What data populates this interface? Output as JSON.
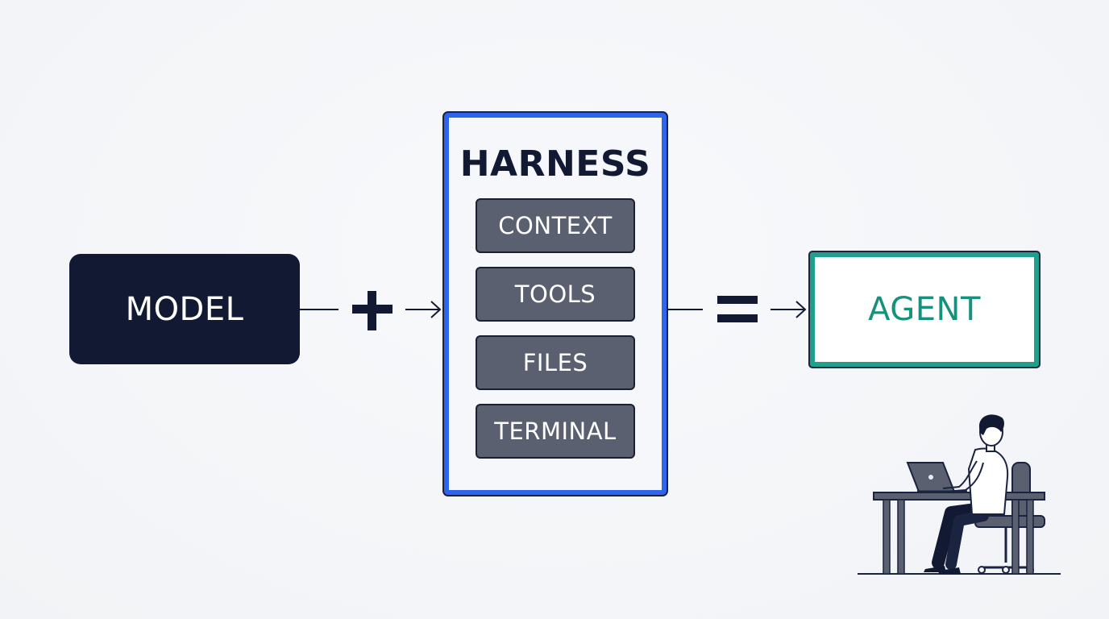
{
  "diagram": {
    "model_label": "MODEL",
    "harness": {
      "title": "HARNESS",
      "items": [
        {
          "label": "CONTEXT"
        },
        {
          "label": "TOOLS"
        },
        {
          "label": "FILES"
        },
        {
          "label": "TERMINAL"
        }
      ]
    },
    "agent_label": "AGENT",
    "operators": {
      "plus": "+",
      "equals": "="
    },
    "colors": {
      "model_fill": "#121a33",
      "harness_border": "#2f64ec",
      "harness_item_fill": "#5a6070",
      "agent_border": "#1fa08a",
      "agent_text": "#16917c"
    },
    "illustration_icon": "person-at-laptop-illustration"
  }
}
